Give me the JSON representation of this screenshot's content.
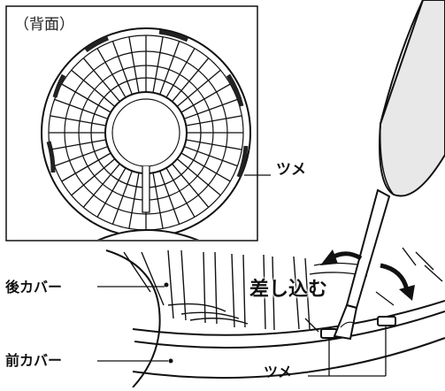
{
  "inset": {
    "title": "（背面）",
    "tab_label": "ツメ"
  },
  "main": {
    "rear_cover_label": "後カバー",
    "front_cover_label": "前カバー",
    "action_label": "差し込む",
    "tab_label": "ツメ"
  },
  "colors": {
    "line": "#111111",
    "background": "#ffffff",
    "screwdriver_fill": "#e8e8e8",
    "screwdriver_shade": "#b5b5b5"
  }
}
